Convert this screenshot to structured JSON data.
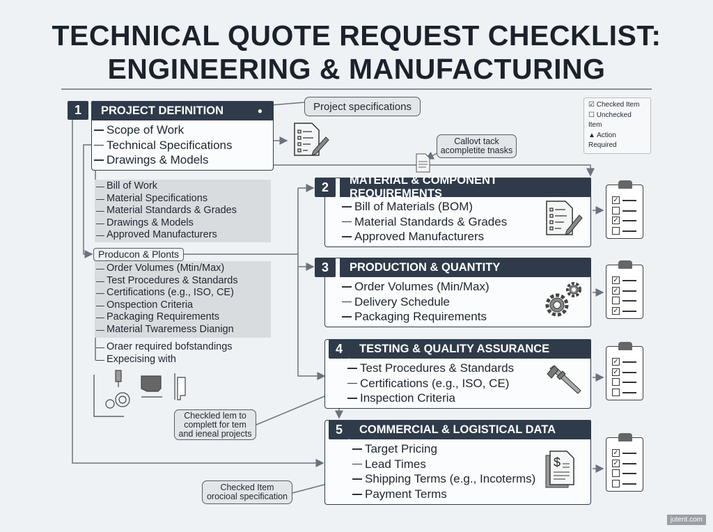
{
  "title": {
    "line1": "TECHNICAL QUOTE REQUEST CHECKLIST:",
    "line2": "ENGINEERING & MANUFACTURING"
  },
  "legend": {
    "checked": "Checked Item",
    "unchecked": "Unchecked Item",
    "action": "Action Required"
  },
  "callouts": {
    "project_specs": "Project specifications",
    "tack": [
      "Callovt tack",
      "acompletite tnasks"
    ],
    "checkled": [
      "Checkled lem to",
      "complett for tem",
      "and ieneal projects"
    ],
    "checked_item": [
      "Checked Item",
      "orocioal specification"
    ]
  },
  "sections": [
    {
      "number": "1",
      "title": "PROJECT DEFINITION",
      "items": [
        "Scope of Work",
        "Technical Specifications",
        "Drawings & Models"
      ]
    },
    {
      "number": "2",
      "title": "MATERIAL & COMPONENT REQUIREMENTS",
      "items": [
        "Bill of Materials (BOM)",
        "Material Standards & Grades",
        "Approved Manufacturers"
      ],
      "checklist": [
        true,
        false,
        true,
        false
      ]
    },
    {
      "number": "3",
      "title": "PRODUCTION & QUANTITY",
      "items": [
        "Order Volumes (Min/Max)",
        "Delivery Schedule",
        "Packaging Requirements"
      ],
      "checklist": [
        true,
        true,
        false,
        true
      ]
    },
    {
      "number": "4",
      "title": "TESTING & QUALITY ASSURANCE",
      "items": [
        "Test Procedures & Standards",
        "Certifications (e.g., ISO, CE)",
        "Inspection Criteria"
      ],
      "checklist": [
        true,
        true,
        false,
        false
      ]
    },
    {
      "number": "5",
      "title": "COMMERCIAL & LOGISTICAL DATA",
      "items": [
        "Target Pricing",
        "Lead Times",
        "Shipping Terms (e.g., Incoterms)",
        "Payment Terms"
      ],
      "checklist": [
        true,
        true,
        false,
        false
      ]
    }
  ],
  "side": {
    "group1": [
      "Bill of Work",
      "Material Specifications",
      "Material Standards & Grades",
      "Drawings & Models",
      "Approved Manufacturers"
    ],
    "subheader": "Producon & Plonts",
    "group2": [
      "Order Volumes (Mtin/Max)",
      "Test Procedures & Standards",
      "Certifications (e.g., ISO, CE)",
      "Onspection Criteria",
      "Packaging Requirements",
      "Material Twaremess Dianign"
    ],
    "group3": [
      "Orаer required bofstandings",
      "Expecising with"
    ]
  },
  "watermark": "jutent.com",
  "colors": {
    "header": "#2f3b4a",
    "background": "#eef2f5",
    "gray_panel": "#d9dcdf"
  }
}
